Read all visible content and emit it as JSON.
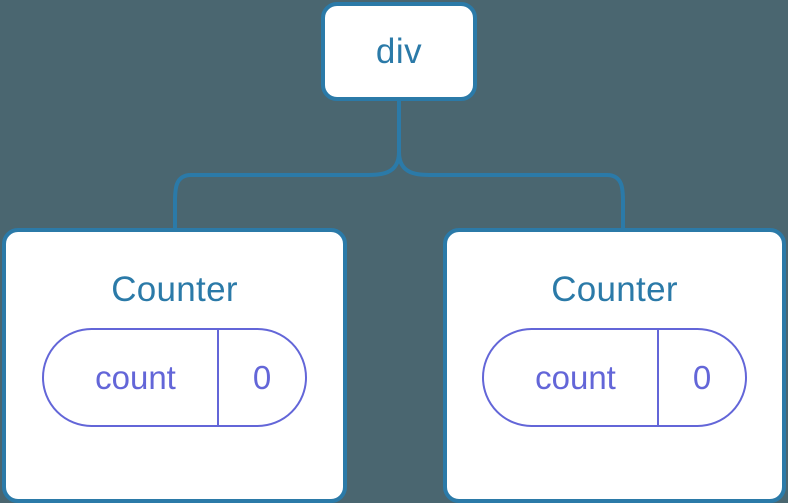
{
  "diagram": {
    "background_color": "#4a6670",
    "node_border_color": "#2b7aa8",
    "node_text_color": "#2b7aa8",
    "pill_color": "#6366d8",
    "connector_color": "#2b7aa8",
    "root": {
      "label": "div"
    },
    "children": [
      {
        "label": "Counter",
        "state": {
          "key": "count",
          "value": "0"
        }
      },
      {
        "label": "Counter",
        "state": {
          "key": "count",
          "value": "0"
        }
      }
    ]
  }
}
